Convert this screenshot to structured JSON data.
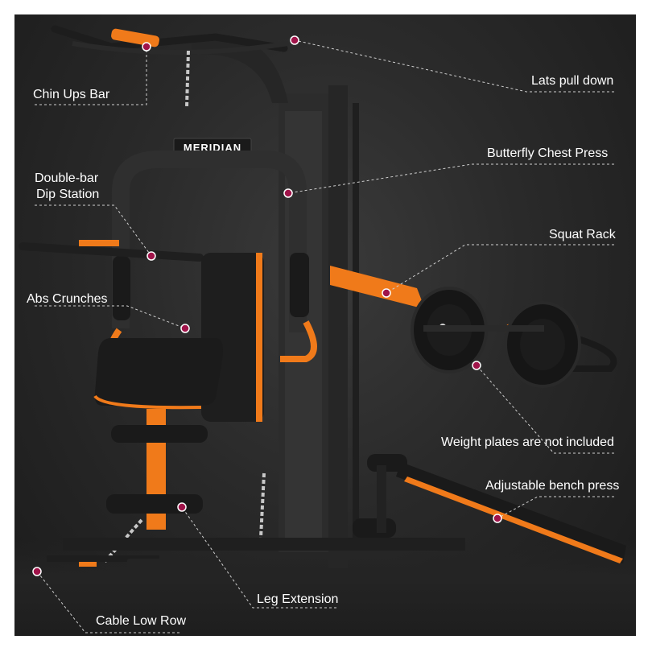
{
  "brand": "MERIDIAN",
  "colors": {
    "accent": "#f07a1a",
    "frame": "#2b2b2b",
    "pad": "#1f1f1f",
    "marker": "#a0144a",
    "leader": "#cfcfcf"
  },
  "labels": {
    "chin_ups_bar": "Chin Ups Bar",
    "double_bar_dip": [
      "Double-bar",
      "Dip Station"
    ],
    "abs_crunches": "Abs Crunches",
    "lats_pull_down": "Lats pull down",
    "butterfly_chest_press": "Butterfly Chest Press",
    "squat_rack": "Squat Rack",
    "weight_plates": "Weight plates are not included",
    "adjustable_bench": "Adjustable bench press",
    "leg_extension": "Leg Extension",
    "cable_low_row": "Cable Low Row"
  }
}
